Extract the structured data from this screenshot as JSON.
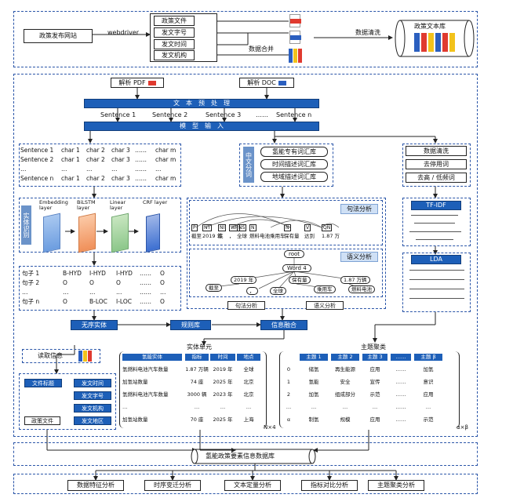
{
  "top": {
    "source_site": "政策发布网站",
    "crawler": "webdriver",
    "fields": [
      "政策文件",
      "发文字号",
      "发文时间",
      "发文机构"
    ],
    "merge": "数据合并",
    "clean": "数据清洗",
    "library": "政策文本库"
  },
  "parse": {
    "pdf": "解析 PDF",
    "doc": "解析 DOC"
  },
  "preprocess": {
    "title": "文　本　预　处　理",
    "sentences": [
      "Sentence 1",
      "Sentence 2",
      "Sentence 3",
      "……",
      "Sentence n"
    ],
    "input": "模　型　输　入"
  },
  "char_grid": {
    "rows": [
      [
        "Sentence 1",
        "char 1",
        "char 2",
        "char 3",
        "……",
        "char m"
      ],
      [
        "Sentence 2",
        "char 1",
        "char 2",
        "char 3",
        "……",
        "char m"
      ],
      [
        "…",
        "…",
        "…",
        "…",
        "……",
        "…"
      ],
      [
        "Sentence n",
        "char 1",
        "char 2",
        "char 3",
        "……",
        "char m"
      ]
    ]
  },
  "segment": {
    "label": "中文分词",
    "dicts": [
      "氢能专有词汇库",
      "时间描述词汇库",
      "地域描述词汇库"
    ]
  },
  "clean_steps": [
    "数据清洗",
    "去停用词",
    "去高 / 低频词"
  ],
  "ner": {
    "label": "实体识别",
    "layers": [
      "Embedding layer",
      "BiLSTM layer",
      "Linear layer",
      "CRF layer"
    ],
    "tag_rows": [
      [
        "句子 1",
        "B-HYD",
        "I-HYD",
        "I-HYD",
        "……",
        "O"
      ],
      [
        "句子 2",
        "O",
        "O",
        "O",
        "……",
        "O"
      ],
      [
        "…",
        "…",
        "…",
        "…",
        "……",
        "…"
      ],
      [
        "句子 n",
        "O",
        "B-LOC",
        "I-LOC",
        "……",
        "O"
      ]
    ]
  },
  "syntax": {
    "title": "句法分析",
    "sem_title": "语义分析",
    "words": [
      "截至",
      "2019 年",
      "底",
      "，",
      "全球",
      "燃料电池乘用车",
      "保有量",
      "达到",
      "1.87 万"
    ],
    "tags": [
      "P",
      "NT",
      "NI",
      "WP",
      "NS",
      "N",
      "N",
      "V",
      "QN"
    ],
    "root": "root",
    "word4": "Word 4",
    "sem_nodes": [
      "2019 年",
      "截至",
      "，",
      "全球",
      "保有量",
      "乘用车",
      "1.87 万辆",
      "燃料电池"
    ],
    "tab1": "句法分析",
    "tab2": "语义分析"
  },
  "tfidf": {
    "title": "TF-IDF"
  },
  "lda": {
    "title": "LDA"
  },
  "mid_labels": [
    "无序实体",
    "规则库",
    "信息融合"
  ],
  "read": {
    "title": "读取信息"
  },
  "form": {
    "fields": [
      "文件标题",
      "发文时间",
      "发文字号",
      "发文机构",
      "发文地区"
    ],
    "doc": "政策文件"
  },
  "entity_table": {
    "title": "实体单元",
    "headers": [
      "氢能实体",
      "指标",
      "时间",
      "地点"
    ],
    "rows": [
      [
        "氢燃料电池汽车数量",
        "1.87 万辆",
        "2019 年",
        "全球"
      ],
      [
        "加氢站数量",
        "74 座",
        "2025 年",
        "北京"
      ],
      [
        "氢燃料电池汽车数量",
        "3000 辆",
        "2023 年",
        "北京"
      ],
      [
        "…",
        "…",
        "…",
        "…"
      ],
      [
        "加氢站数量",
        "70 座",
        "2025 年",
        "上海"
      ]
    ],
    "dim": "N×4"
  },
  "topic_table": {
    "title": "主题聚类",
    "headers": [
      "主题 1",
      "主题 2",
      "主题 3",
      "……",
      "主题 β"
    ],
    "rows": [
      [
        "0",
        "储氢",
        "再生能源",
        "应用",
        "……",
        "加氢"
      ],
      [
        "1",
        "氢能",
        "安全",
        "宣传",
        "……",
        "意识"
      ],
      [
        "2",
        "加氢",
        "组成部分",
        "示范",
        "……",
        "应用"
      ],
      [
        "…",
        "…",
        "…",
        "…",
        "……",
        "…"
      ],
      [
        "α",
        "制氢",
        "规模",
        "应用",
        "……",
        "示范"
      ]
    ],
    "dim": "α×β"
  },
  "database": "氢能政策要素信息数据库",
  "analyses": [
    "数据特征分析",
    "时序变迁分析",
    "文本定量分析",
    "指标对比分析",
    "主题聚类分析"
  ]
}
